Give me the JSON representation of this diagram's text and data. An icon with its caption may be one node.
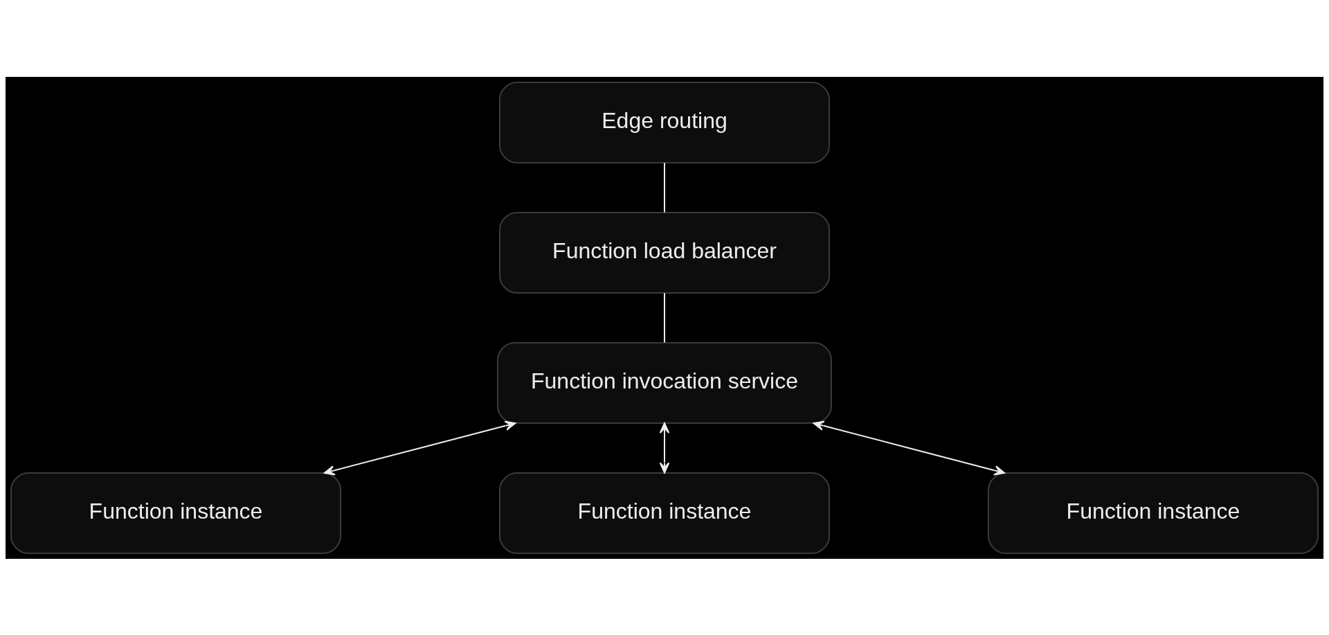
{
  "diagram": {
    "nodes": [
      {
        "text": [
          "Edge routing"
        ]
      },
      {
        "text": [
          "Function load balancer"
        ]
      },
      {
        "text": [
          "Function invocation service"
        ]
      },
      {
        "text": [
          "Function instance"
        ]
      },
      {
        "text": [
          "Function instance"
        ]
      },
      {
        "text": [
          "Function instance"
        ]
      }
    ],
    "edges": [
      {
        "from": 0,
        "to": 1,
        "arrow": "none"
      },
      {
        "from": 1,
        "to": 2,
        "arrow": "none"
      },
      {
        "from": 2,
        "to": 3,
        "arrow": "both"
      },
      {
        "from": 2,
        "to": 4,
        "arrow": "both"
      },
      {
        "from": 2,
        "to": 5,
        "arrow": "both"
      }
    ]
  }
}
